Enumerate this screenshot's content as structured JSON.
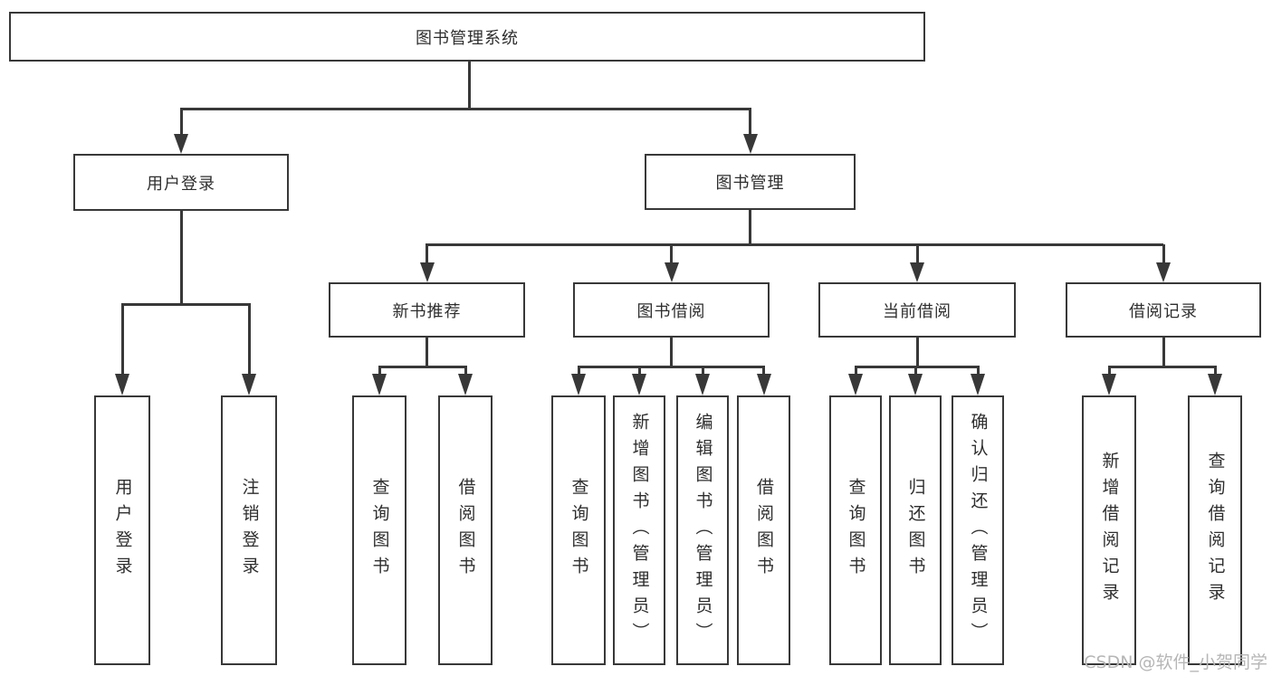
{
  "diagram_type": "hierarchy-tree",
  "tree": {
    "label": "图书管理系统",
    "children": [
      {
        "label": "用户登录",
        "children": [
          {
            "label": "用户登录"
          },
          {
            "label": "注销登录"
          }
        ]
      },
      {
        "label": "图书管理",
        "children": [
          {
            "label": "新书推荐",
            "children": [
              {
                "label": "查询图书"
              },
              {
                "label": "借阅图书"
              }
            ]
          },
          {
            "label": "图书借阅",
            "children": [
              {
                "label": "查询图书"
              },
              {
                "label": "新增图书（管理员）"
              },
              {
                "label": "编辑图书（管理员）"
              },
              {
                "label": "借阅图书"
              }
            ]
          },
          {
            "label": "当前借阅",
            "children": [
              {
                "label": "查询图书"
              },
              {
                "label": "归还图书"
              },
              {
                "label": "确认归还（管理员）"
              }
            ]
          },
          {
            "label": "借阅记录",
            "children": [
              {
                "label": "新增借阅记录"
              },
              {
                "label": "查询借阅记录"
              }
            ]
          }
        ]
      }
    ]
  },
  "watermark": {
    "text": "CSDN @软件_小贺同学"
  },
  "colors": {
    "line": "#383838",
    "text": "#2e2e2e",
    "background": "#ffffff",
    "watermark": "#b6b6b6"
  }
}
